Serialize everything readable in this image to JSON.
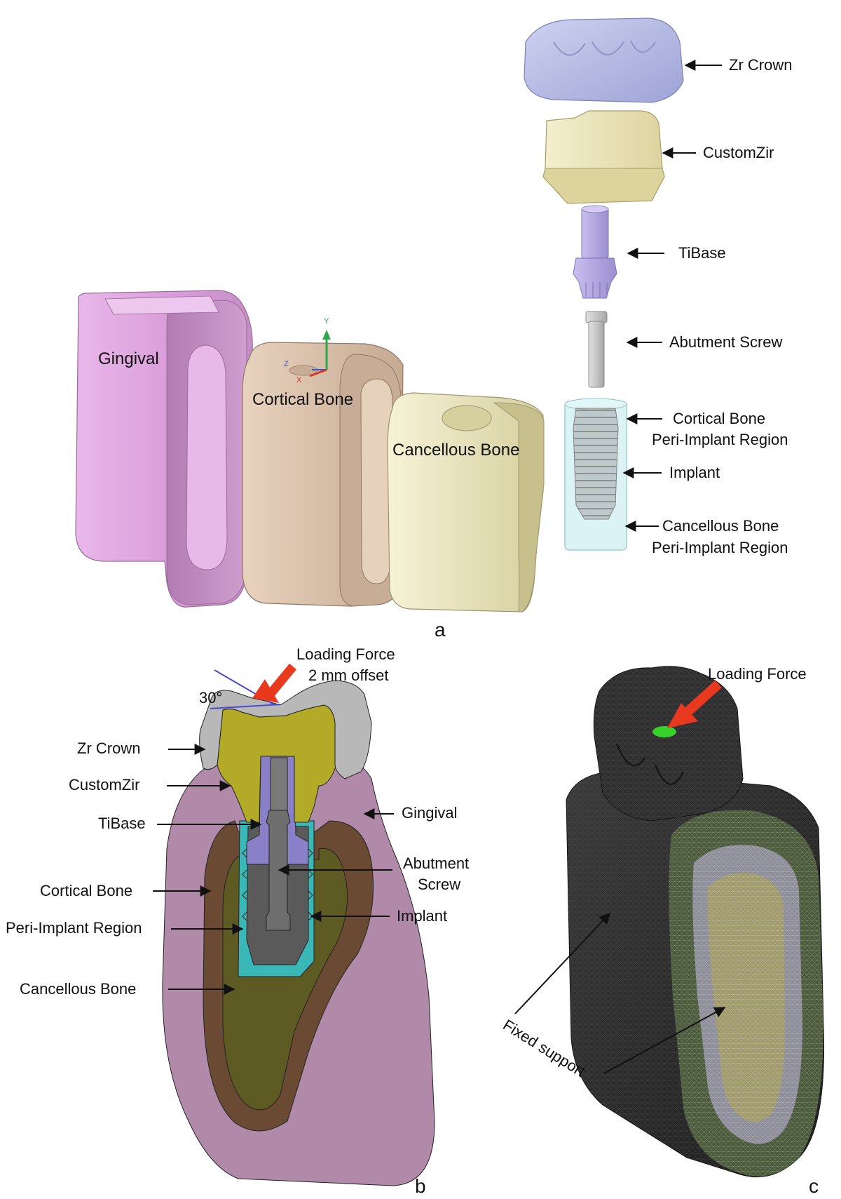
{
  "panel_a": {
    "letter": "a",
    "parts": {
      "gingival": "Gingival",
      "cortical_bone": "Cortical Bone",
      "cancellous_bone": "Cancellous Bone"
    },
    "axis": {
      "y": "Y",
      "z": "Z",
      "x": "X"
    },
    "labels": {
      "zr_crown": "Zr Crown",
      "customzir": "CustomZir",
      "tibase": "TiBase",
      "abutment_screw": "Abutment Screw",
      "cortical_peri_line1": "Cortical Bone",
      "cortical_peri_line2": "Peri-Implant Region",
      "implant": "Implant",
      "cancellous_peri_line1": "Cancellous Bone",
      "cancellous_peri_line2": "Peri-Implant Region"
    }
  },
  "panel_b": {
    "letter": "b",
    "force_line1": "Loading Force",
    "force_line2": "2 mm offset",
    "angle": "30°",
    "labels": {
      "zr_crown": "Zr Crown",
      "customzir": "CustomZir",
      "tibase": "TiBase",
      "cortical_bone": "Cortical Bone",
      "peri_implant": "Peri-Implant Region",
      "cancellous_bone": "Cancellous Bone",
      "gingival": "Gingival",
      "abutment_line1": "Abutment",
      "abutment_line2": "Screw",
      "implant": "Implant"
    }
  },
  "panel_c": {
    "letter": "c",
    "force": "Loading Force",
    "fixed_support": "Fixed support"
  },
  "colors": {
    "gingival": "#e2a8e2",
    "cortical": "#d9c0aa",
    "cancellous": "#eeeac8",
    "crown": "#b9bde6",
    "customzir": "#ece6bc",
    "tibase": "#b4a8dc",
    "force_arrow": "#e8381e",
    "section_gingival": "#b08aa8",
    "section_cortical": "#6a4a32",
    "section_cancellous": "#5e5a24",
    "section_customzir": "#b3ab28",
    "section_crown": "#b8b8b8",
    "section_tibase": "#8a80c8",
    "section_peri": "#3ab8b8",
    "mesh_dark": "#2b2b2b",
    "mesh_green": "#4a5a3a",
    "mesh_grey": "#8e8e9a",
    "mesh_tan": "#a09a6c",
    "contact_green": "#36d22a"
  }
}
